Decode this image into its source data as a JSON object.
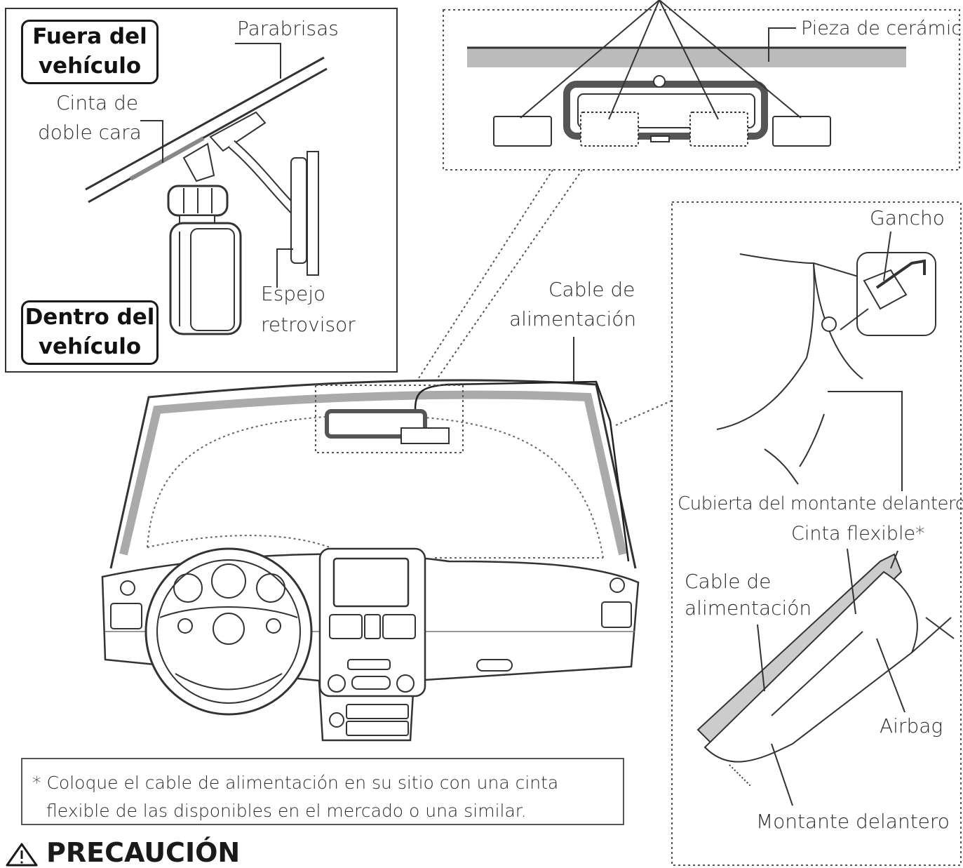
{
  "labels": {
    "outside_line1": "Fuera del",
    "outside_line2": "vehículo",
    "inside_line1": "Dentro del",
    "inside_line2": "vehículo",
    "windshield": "Parabrisas",
    "tape_line1": "Cinta de",
    "tape_line2": "doble cara",
    "mirror_line1": "Espejo",
    "mirror_line2": "retrovisor",
    "ceramic": "Pieza de cerámica",
    "hook": "Gancho",
    "power_cable_line1": "Cable de",
    "power_cable_line2": "alimentación",
    "pillar_cover": "Cubierta del montante delantero",
    "flex_tape": "Cinta flexible*",
    "power_cable2_line1": "Cable de",
    "power_cable2_line2": "alimentación",
    "airbag": "Airbag",
    "front_pillar": "Montante delantero"
  },
  "note": {
    "line1": "*  Coloque el cable de alimentación en su sitio con una cinta",
    "line2": "flexible de las disponibles en el mercado o una similar."
  },
  "caution": {
    "icon": "warning-triangle-icon",
    "title": "PRECAUCIÓN"
  }
}
